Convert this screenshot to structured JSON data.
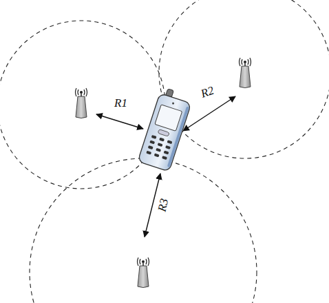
{
  "diagram": {
    "labels": [
      "R1",
      "R2",
      "R3"
    ]
  }
}
